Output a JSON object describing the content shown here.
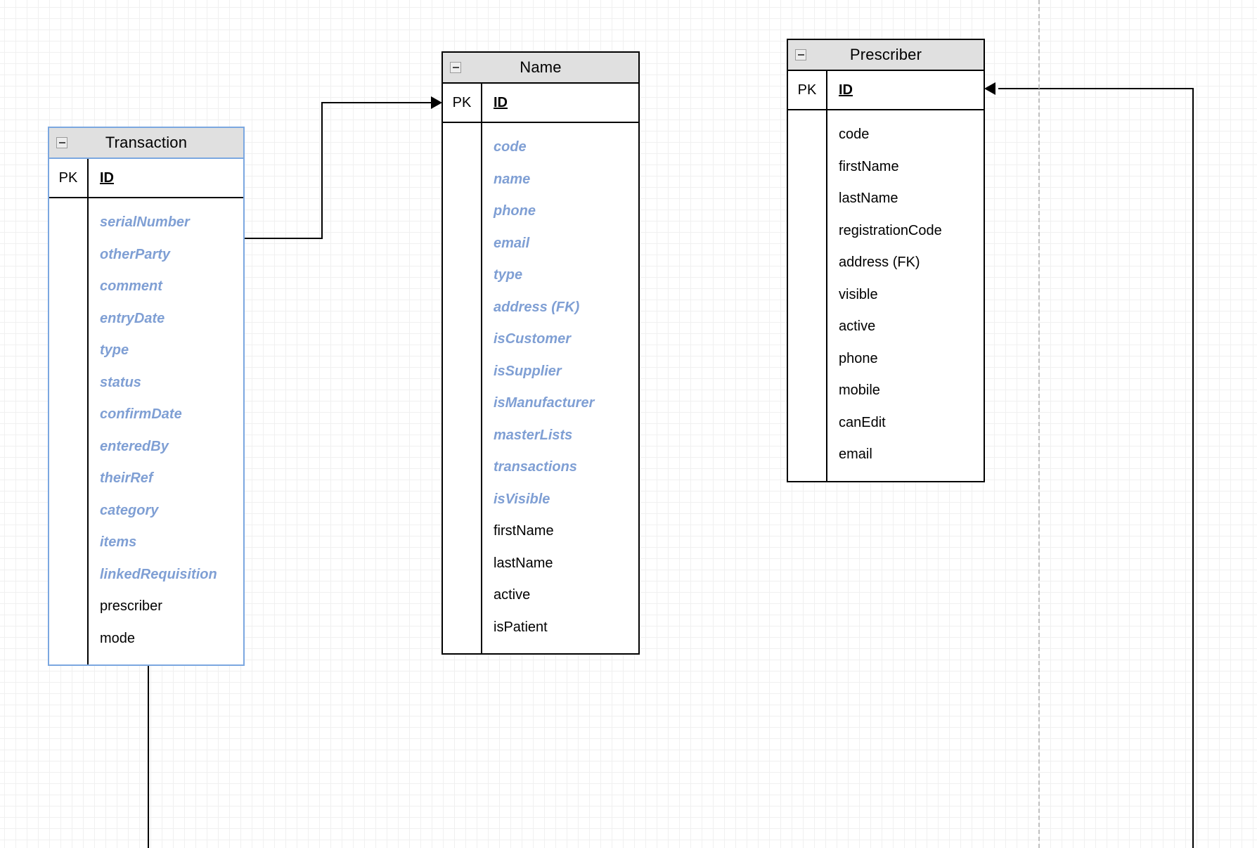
{
  "diagram": {
    "type": "entity-relationship-diagram",
    "background": "#ffffff",
    "grid": {
      "minor": "#f0f0f0",
      "major": "#dcdcdc"
    },
    "colors": {
      "inherited_field": "#7f9fd4",
      "own_field": "#000000",
      "header_fill": "#e0e0e0",
      "blue_border": "#7ba7e0",
      "dark_border": "#000000"
    }
  },
  "entities": [
    {
      "id": "transaction",
      "title": "Transaction",
      "collapse_icon": "minus-box-icon",
      "pk_label": "PK",
      "pk_field": "ID",
      "fields": [
        {
          "name": "serialNumber",
          "style": "inherited"
        },
        {
          "name": "otherParty",
          "style": "inherited"
        },
        {
          "name": "comment",
          "style": "inherited"
        },
        {
          "name": "entryDate",
          "style": "inherited"
        },
        {
          "name": "type",
          "style": "inherited"
        },
        {
          "name": "status",
          "style": "inherited"
        },
        {
          "name": "confirmDate",
          "style": "inherited"
        },
        {
          "name": "enteredBy",
          "style": "inherited"
        },
        {
          "name": "theirRef",
          "style": "inherited"
        },
        {
          "name": "category",
          "style": "inherited"
        },
        {
          "name": "items",
          "style": "inherited"
        },
        {
          "name": "linkedRequisition",
          "style": "inherited"
        },
        {
          "name": "prescriber",
          "style": "own"
        },
        {
          "name": "mode",
          "style": "own"
        }
      ]
    },
    {
      "id": "name",
      "title": "Name",
      "collapse_icon": "minus-box-icon",
      "pk_label": "PK",
      "pk_field": "ID",
      "fields": [
        {
          "name": "code",
          "style": "inherited"
        },
        {
          "name": "name",
          "style": "inherited"
        },
        {
          "name": "phone",
          "style": "inherited"
        },
        {
          "name": "email",
          "style": "inherited"
        },
        {
          "name": "type",
          "style": "inherited"
        },
        {
          "name": "address (FK)",
          "style": "inherited"
        },
        {
          "name": "isCustomer",
          "style": "inherited"
        },
        {
          "name": "isSupplier",
          "style": "inherited"
        },
        {
          "name": "isManufacturer",
          "style": "inherited"
        },
        {
          "name": "masterLists",
          "style": "inherited"
        },
        {
          "name": "transactions",
          "style": "inherited"
        },
        {
          "name": "isVisible",
          "style": "inherited"
        },
        {
          "name": "firstName",
          "style": "own"
        },
        {
          "name": "lastName",
          "style": "own"
        },
        {
          "name": "active",
          "style": "own"
        },
        {
          "name": "isPatient",
          "style": "own"
        }
      ]
    },
    {
      "id": "prescriber",
      "title": "Prescriber",
      "collapse_icon": "minus-box-icon",
      "pk_label": "PK",
      "pk_field": "ID",
      "fields": [
        {
          "name": "code",
          "style": "own"
        },
        {
          "name": "firstName",
          "style": "own"
        },
        {
          "name": "lastName",
          "style": "own"
        },
        {
          "name": "registrationCode",
          "style": "own"
        },
        {
          "name": "address (FK)",
          "style": "own"
        },
        {
          "name": "visible",
          "style": "own"
        },
        {
          "name": "active",
          "style": "own"
        },
        {
          "name": "phone",
          "style": "own"
        },
        {
          "name": "mobile",
          "style": "own"
        },
        {
          "name": "canEdit",
          "style": "own"
        },
        {
          "name": "email",
          "style": "own"
        }
      ]
    }
  ],
  "connectors": [
    {
      "id": "transaction-to-name",
      "from": "transaction",
      "to": "name",
      "arrow": "right"
    },
    {
      "id": "external-to-prescriber",
      "from": "off-canvas",
      "to": "prescriber",
      "arrow": "left"
    },
    {
      "id": "transaction-bottom",
      "from": "transaction",
      "to": "off-canvas",
      "arrow": "none"
    }
  ]
}
